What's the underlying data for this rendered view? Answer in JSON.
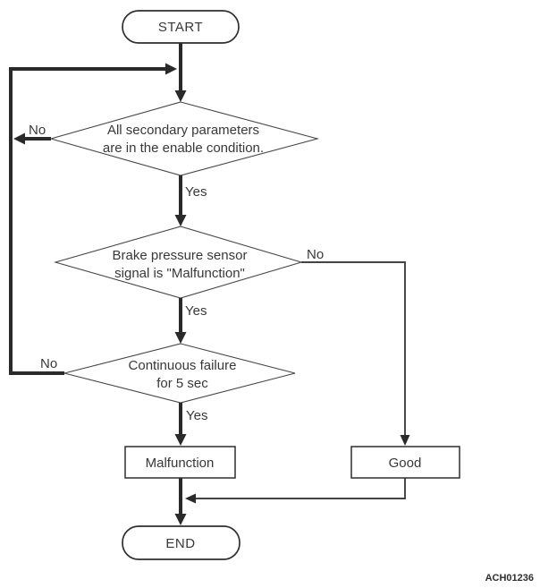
{
  "diagram": {
    "type": "flowchart",
    "figure_id": "ACH01236",
    "colors": {
      "line": "#2a2a2a",
      "text": "#383838",
      "background": "#ffffff"
    },
    "nodes": {
      "start": {
        "shape": "terminator",
        "label": "START"
      },
      "check_secondary": {
        "shape": "decision",
        "text_line1": "All secondary parameters",
        "text_line2": "are in the enable condition."
      },
      "check_brake_sensor": {
        "shape": "decision",
        "text_line1": "Brake pressure sensor",
        "text_line2": "signal is \"Malfunction\""
      },
      "check_continuous_failure": {
        "shape": "decision",
        "text_line1": "Continuous failure",
        "text_line2": "for 5 sec"
      },
      "malfunction": {
        "shape": "process",
        "label": "Malfunction"
      },
      "good": {
        "shape": "process",
        "label": "Good"
      },
      "end": {
        "shape": "terminator",
        "label": "END"
      }
    },
    "edge_labels": {
      "secondary_no": "No",
      "secondary_yes": "Yes",
      "brake_no": "No",
      "brake_yes": "Yes",
      "continuous_no": "No",
      "continuous_yes": "Yes"
    }
  }
}
